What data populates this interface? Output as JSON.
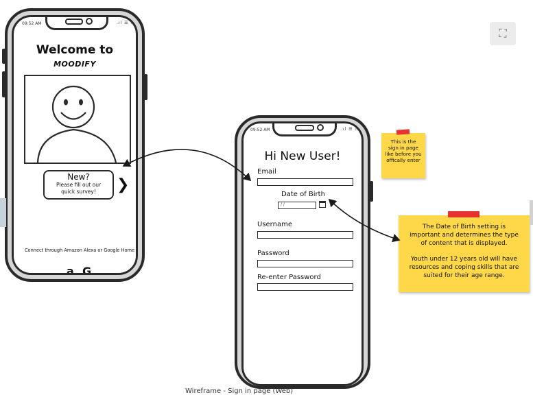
{
  "phone1": {
    "time": "09:52 AM",
    "title": "Welcome to",
    "brand": "MOODIFY",
    "survey_title": "New?",
    "survey_line1": "Please fill out our",
    "survey_line2": "quick survey!",
    "connect_text": "Connect through Amazon Alexa or Google Home",
    "logo_amazon": "a",
    "logo_google": "G"
  },
  "phone2": {
    "time": "09:52 AM",
    "title": "Hi New User!",
    "email_label": "Email",
    "dob_label": "Date of Birth",
    "dob_placeholder": "/ /",
    "username_label": "Username",
    "password_label": "Password",
    "reenter_label": "Re-enter Password"
  },
  "note_small": {
    "line1": "This is the",
    "line2": "sign in page",
    "line3": "like before you",
    "line4": "offically enter"
  },
  "note_big": {
    "para1_line1": "The Date of Birth setting is",
    "para1_line2": "important and determines the type",
    "para1_line3": "of content that is displayed.",
    "para2_line1": "Youth under 12 years old will have",
    "para2_line2": "resources and coping skills that are",
    "para2_line3": "suited for their age range."
  },
  "caption": "Wireframe - Sign in page (Web)",
  "colors": {
    "sticky": "#ffd84a",
    "tape": "#e8322f",
    "line": "#2a2a2a"
  }
}
